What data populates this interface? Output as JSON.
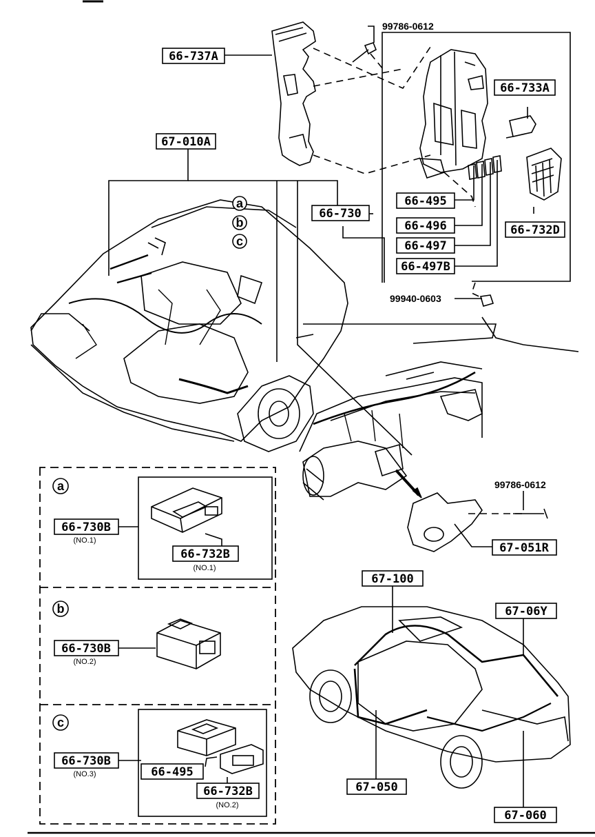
{
  "callouts": {
    "c_66_737A": "66-737A",
    "c_67_010A": "67-010A",
    "c_66_730": "66-730",
    "c_66_733A": "66-733A",
    "c_66_495_top": "66-495",
    "c_66_496": "66-496",
    "c_66_497": "66-497",
    "c_66_497B": "66-497B",
    "c_66_732D": "66-732D",
    "c_67_051R": "67-051R",
    "c_67_100": "67-100",
    "c_67_06Y": "67-06Y",
    "c_67_050": "67-050",
    "c_67_060": "67-060"
  },
  "parts": {
    "bolt_top": "99786-0612",
    "nut": "99940-0603",
    "bolt_mid": "99786-0612"
  },
  "circle_marks": [
    "a",
    "b",
    "c"
  ],
  "detail_a": {
    "marker": "a",
    "main_label": "66-730B",
    "main_sub": "(NO.1)",
    "sub_label": "66-732B",
    "sub_sub": "(NO.1)"
  },
  "detail_b": {
    "marker": "b",
    "main_label": "66-730B",
    "main_sub": "(NO.2)"
  },
  "detail_c": {
    "marker": "c",
    "main_label": "66-730B",
    "main_sub": "(NO.3)",
    "mid_label": "66-495",
    "sub_label": "66-732B",
    "sub_sub": "(NO.2)"
  }
}
